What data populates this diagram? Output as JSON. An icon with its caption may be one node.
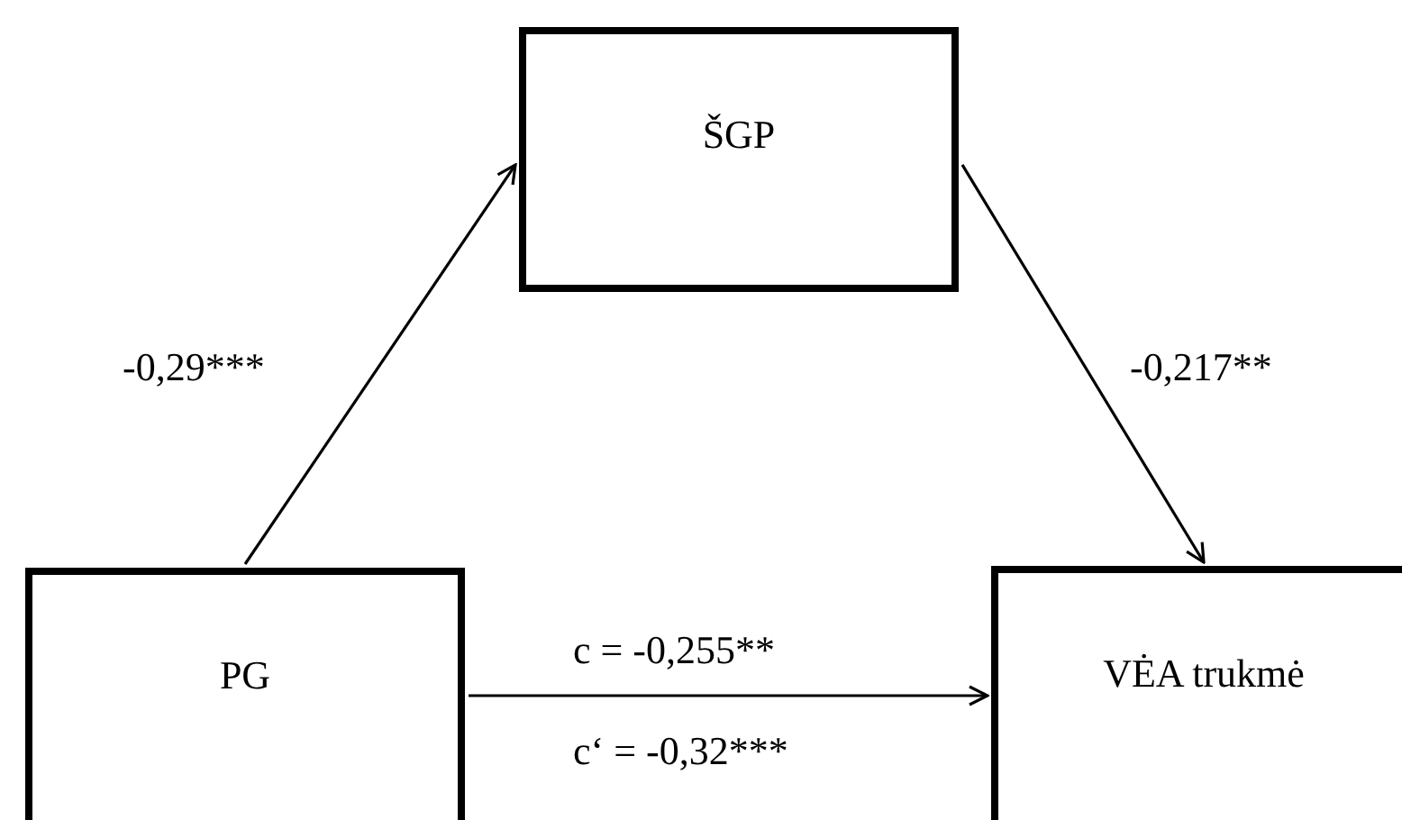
{
  "diagram": {
    "nodes": [
      {
        "text": [
          "ŠGP"
        ]
      },
      {
        "text": [
          "PG"
        ]
      },
      {
        "text": [
          "VĖA trukmė"
        ]
      }
    ],
    "edges": [
      {
        "from": 1,
        "to": 0,
        "arrow": "to",
        "label": "-0,29***"
      },
      {
        "from": 0,
        "to": 2,
        "arrow": "to",
        "label": "-0,217**"
      },
      {
        "from": 1,
        "to": 2,
        "arrow": "to",
        "label": "c = -0,255**"
      }
    ],
    "labels": [
      "c‘ = -0,32***"
    ]
  }
}
